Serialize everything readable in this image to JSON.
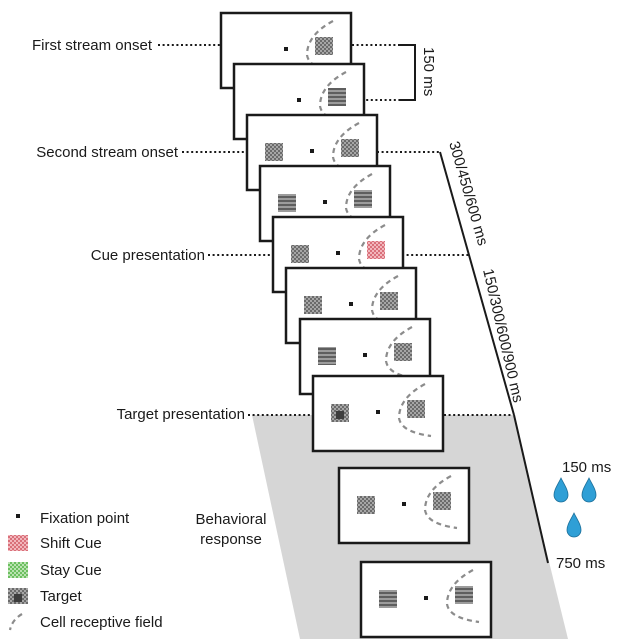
{
  "events": {
    "first_stream": "First stream onset",
    "second_stream": "Second stream onset",
    "cue": "Cue presentation",
    "target": "Target presentation",
    "behavioral_response": [
      "Behavioral",
      "response"
    ]
  },
  "durations": {
    "stream_offset": "150 ms",
    "second_stream_delay": "300/450/600 ms",
    "cue_target_delay": "150/300/600/900 ms",
    "reward_min": "150 ms",
    "reward_max": "750 ms"
  },
  "legend": {
    "fixation": "Fixation point",
    "shift_cue": "Shift Cue",
    "stay_cue": "Stay Cue",
    "target": "Target",
    "receptive_field": "Cell receptive field"
  },
  "colors": {
    "stimulus_dark": "#6b6b6b",
    "stimulus_light": "#a6a6a6",
    "shift_cue_dark": "#d9707a",
    "shift_cue_light": "#f2b6bc",
    "stay_cue_dark": "#6cbf60",
    "stay_cue_light": "#b9e3b0",
    "response_band": "#d6d6d6",
    "water_drop": "#2f9fd6"
  },
  "icons": [
    "fixation-point-icon",
    "checkerboard-icon",
    "water-drop-icon",
    "receptive-field-arc-icon"
  ]
}
